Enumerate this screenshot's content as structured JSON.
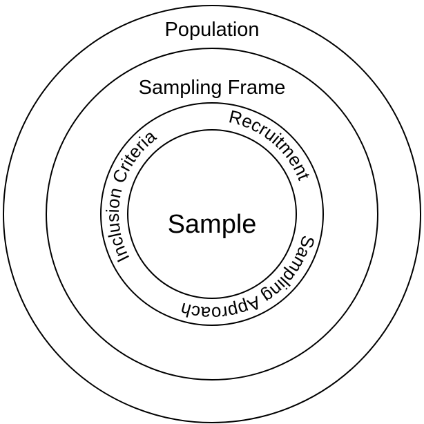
{
  "diagram": {
    "type": "concentric-sampling-diagram",
    "background": "#ffffff",
    "stroke_color": "#000000",
    "text_color": "#000000",
    "labels": {
      "population": "Population",
      "sampling_frame": "Sampling Frame",
      "recruitment": "Recruitment",
      "sampling_approach": "Sampling Approach",
      "inclusion_criteria": "Inclusion Criteria",
      "sample": "Sample"
    }
  }
}
